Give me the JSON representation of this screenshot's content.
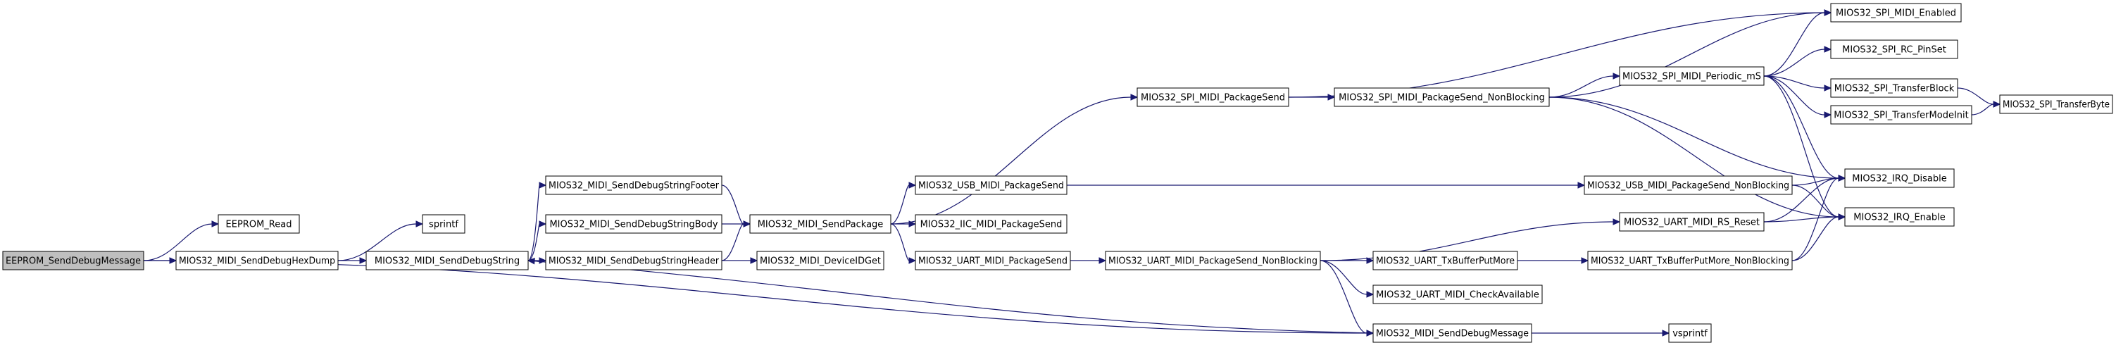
{
  "colors": {
    "node_fill": "#ffffff",
    "root_fill": "#bfbfbf",
    "node_border": "#000000",
    "edge": "#191970"
  },
  "graph": {
    "type": "call-graph",
    "nodes": [
      {
        "id": "n0",
        "label": "EEPROM_SendDebugMessage",
        "root": true
      },
      {
        "id": "n1",
        "label": "EEPROM_Read"
      },
      {
        "id": "n2",
        "label": "MIOS32_MIDI_SendDebugHexDump"
      },
      {
        "id": "n3",
        "label": "sprintf"
      },
      {
        "id": "n4",
        "label": "MIOS32_MIDI_SendDebugString"
      },
      {
        "id": "n5",
        "label": "MIOS32_MIDI_SendDebugStringFooter"
      },
      {
        "id": "n6",
        "label": "MIOS32_MIDI_SendDebugStringBody"
      },
      {
        "id": "n7",
        "label": "MIOS32_MIDI_SendDebugStringHeader"
      },
      {
        "id": "n8",
        "label": "MIOS32_MIDI_DeviceIDGet"
      },
      {
        "id": "n9",
        "label": "MIOS32_MIDI_SendPackage"
      },
      {
        "id": "n10",
        "label": "MIOS32_SPI_MIDI_PackageSend"
      },
      {
        "id": "n11",
        "label": "MIOS32_USB_MIDI_PackageSend"
      },
      {
        "id": "n12",
        "label": "MIOS32_IIC_MIDI_PackageSend"
      },
      {
        "id": "n13",
        "label": "MIOS32_UART_MIDI_PackageSend"
      },
      {
        "id": "n14",
        "label": "MIOS32_SPI_MIDI_PackageSend_NonBlocking"
      },
      {
        "id": "n15",
        "label": "MIOS32_UART_MIDI_PackageSend_NonBlocking"
      },
      {
        "id": "n16",
        "label": "MIOS32_MIDI_SendDebugMessage"
      },
      {
        "id": "n17",
        "label": "vsprintf"
      },
      {
        "id": "n18",
        "label": "MIOS32_SPI_MIDI_Enabled"
      },
      {
        "id": "n19",
        "label": "MIOS32_SPI_MIDI_Periodic_mS"
      },
      {
        "id": "n20",
        "label": "MIOS32_SPI_RC_PinSet"
      },
      {
        "id": "n21",
        "label": "MIOS32_SPI_TransferBlock"
      },
      {
        "id": "n22",
        "label": "MIOS32_SPI_TransferModeInit"
      },
      {
        "id": "n23",
        "label": "MIOS32_SPI_TransferByte"
      },
      {
        "id": "n24",
        "label": "MIOS32_USB_MIDI_PackageSend_NonBlocking"
      },
      {
        "id": "n25",
        "label": "MIOS32_UART_MIDI_RS_Reset"
      },
      {
        "id": "n26",
        "label": "MIOS32_UART_TxBufferPutMore"
      },
      {
        "id": "n27",
        "label": "MIOS32_UART_MIDI_CheckAvailable"
      },
      {
        "id": "n28",
        "label": "MIOS32_UART_TxBufferPutMore_NonBlocking"
      },
      {
        "id": "n29",
        "label": "MIOS32_IRQ_Disable"
      },
      {
        "id": "n30",
        "label": "MIOS32_IRQ_Enable"
      }
    ],
    "edges": [
      {
        "from": "n0",
        "to": "n1"
      },
      {
        "from": "n0",
        "to": "n2"
      },
      {
        "from": "n0",
        "to": "n16"
      },
      {
        "from": "n2",
        "to": "n3"
      },
      {
        "from": "n2",
        "to": "n4"
      },
      {
        "from": "n4",
        "to": "n5"
      },
      {
        "from": "n4",
        "to": "n6"
      },
      {
        "from": "n4",
        "to": "n7"
      },
      {
        "from": "n5",
        "to": "n9"
      },
      {
        "from": "n6",
        "to": "n9"
      },
      {
        "from": "n7",
        "to": "n9"
      },
      {
        "from": "n7",
        "to": "n8"
      },
      {
        "from": "n9",
        "to": "n10"
      },
      {
        "from": "n9",
        "to": "n11"
      },
      {
        "from": "n9",
        "to": "n12"
      },
      {
        "from": "n9",
        "to": "n13"
      },
      {
        "from": "n10",
        "to": "n18"
      },
      {
        "from": "n10",
        "to": "n14"
      },
      {
        "from": "n14",
        "to": "n18"
      },
      {
        "from": "n14",
        "to": "n19"
      },
      {
        "from": "n14",
        "to": "n29"
      },
      {
        "from": "n14",
        "to": "n30"
      },
      {
        "from": "n19",
        "to": "n18"
      },
      {
        "from": "n19",
        "to": "n20"
      },
      {
        "from": "n19",
        "to": "n21"
      },
      {
        "from": "n19",
        "to": "n22"
      },
      {
        "from": "n19",
        "to": "n29"
      },
      {
        "from": "n19",
        "to": "n30"
      },
      {
        "from": "n21",
        "to": "n23"
      },
      {
        "from": "n22",
        "to": "n23"
      },
      {
        "from": "n11",
        "to": "n24"
      },
      {
        "from": "n24",
        "to": "n29"
      },
      {
        "from": "n24",
        "to": "n30"
      },
      {
        "from": "n13",
        "to": "n15"
      },
      {
        "from": "n15",
        "to": "n25"
      },
      {
        "from": "n15",
        "to": "n26"
      },
      {
        "from": "n15",
        "to": "n27"
      },
      {
        "from": "n15",
        "to": "n16"
      },
      {
        "from": "n25",
        "to": "n29"
      },
      {
        "from": "n25",
        "to": "n30"
      },
      {
        "from": "n26",
        "to": "n28"
      },
      {
        "from": "n28",
        "to": "n29"
      },
      {
        "from": "n28",
        "to": "n30"
      },
      {
        "from": "n16",
        "to": "n17"
      },
      {
        "from": "n16",
        "to": "n4"
      }
    ]
  }
}
